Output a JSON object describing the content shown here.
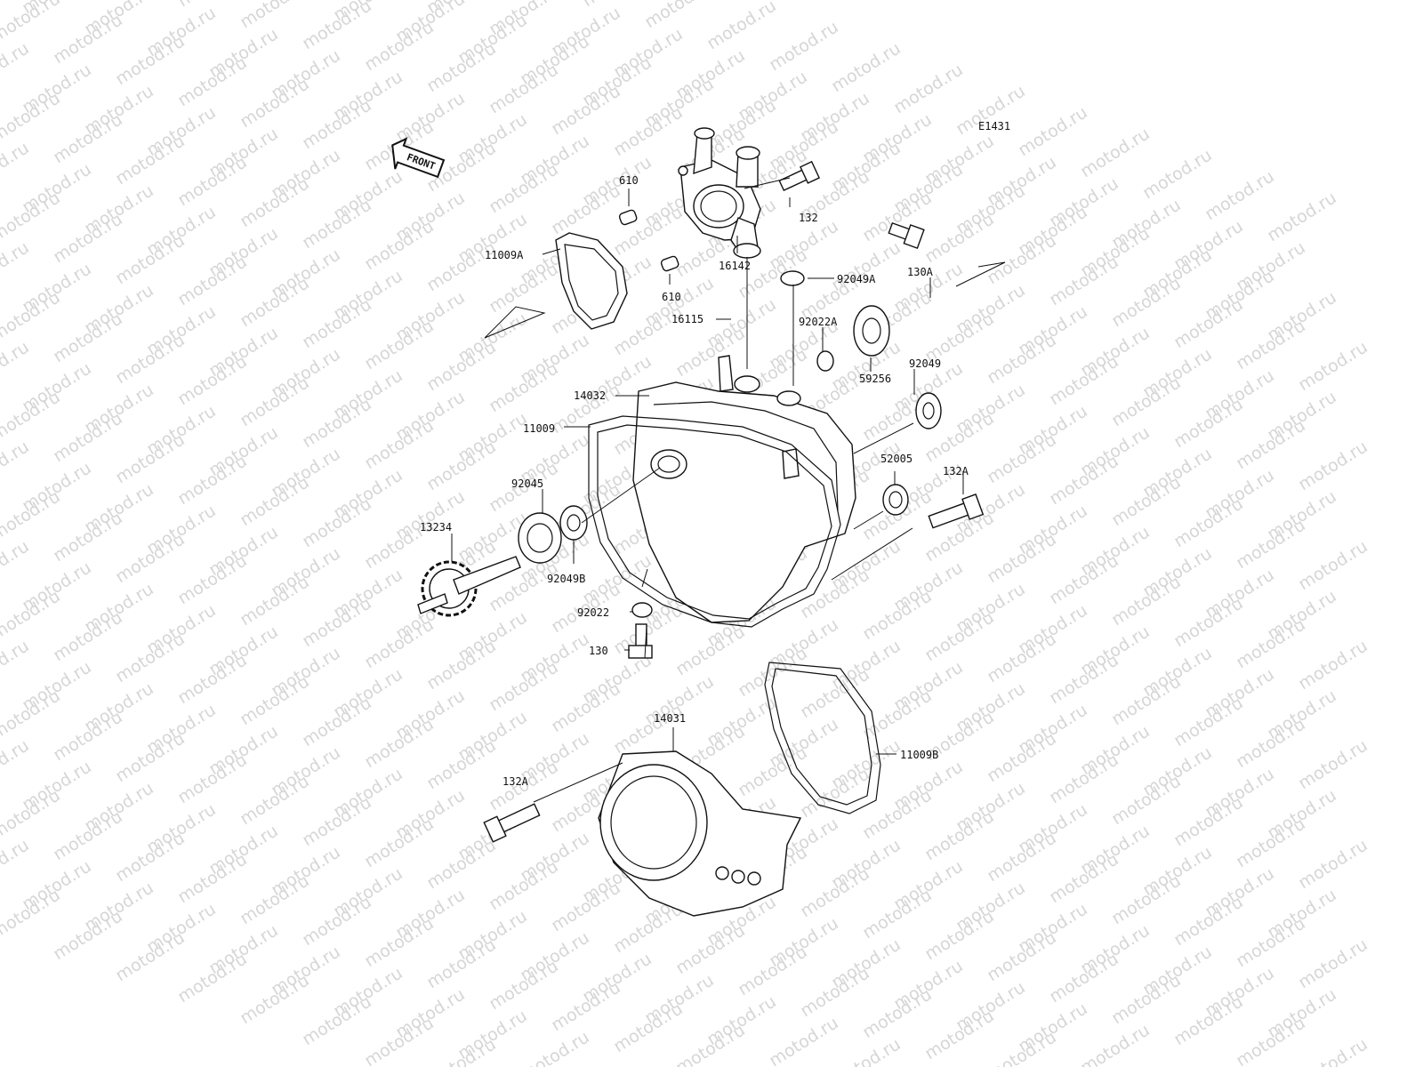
{
  "watermark": {
    "text": "motod.ru"
  },
  "diagram_code": "E1431",
  "front_label": "FRONT",
  "parts": {
    "p610_top": "610",
    "p610_bottom": "610",
    "p132": "132",
    "p11009A": "11009A",
    "p16142": "16142",
    "p92049A": "92049A",
    "p130A": "130A",
    "p16115": "16115",
    "p92022A": "92022A",
    "p92049": "92049",
    "p59256": "59256",
    "p14032": "14032",
    "p11009": "11009",
    "p52005": "52005",
    "p132A_right": "132A",
    "p92045": "92045",
    "p13234": "13234",
    "p92049B": "92049B",
    "p92022": "92022",
    "p130": "130",
    "p14031": "14031",
    "p11009B": "11009B",
    "p132A_left": "132A"
  }
}
